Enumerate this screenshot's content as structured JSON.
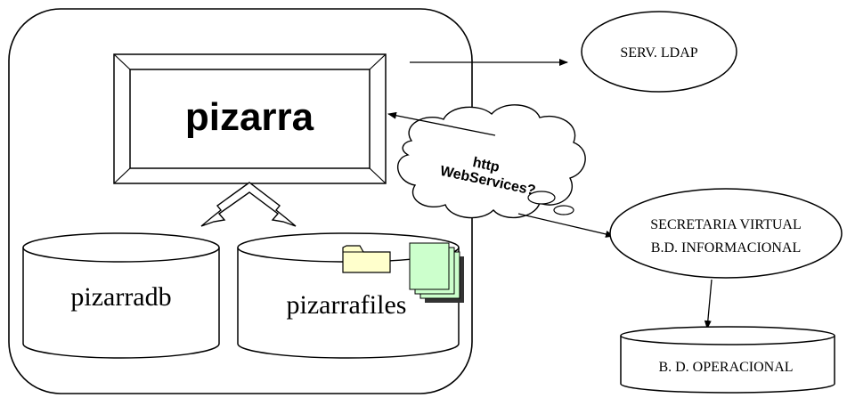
{
  "app": {
    "title": "pizarra",
    "databases": {
      "pizarradb": "pizarradb",
      "pizarrafiles": "pizarrafiles"
    }
  },
  "cloud": {
    "line1": "http",
    "line2": "WebServices?"
  },
  "external": {
    "ldap": "SERV. LDAP",
    "secretaria_line1": "SECRETARIA VIRTUAL",
    "secretaria_line2": "B.D. INFORMACIONAL",
    "operacional": "B. D. OPERACIONAL"
  },
  "colors": {
    "stroke": "#000000",
    "folder_fill": "#ffffcc",
    "doc_fill": "#ccffcc",
    "doc_shadow": "#333333"
  }
}
